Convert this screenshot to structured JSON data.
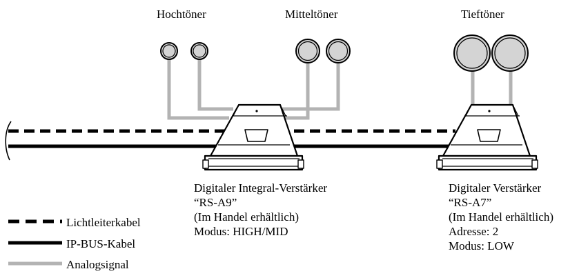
{
  "speakers": {
    "tweeter": "Hochtöner",
    "midrange": "Mitteltöner",
    "woofer": "Tieftöner"
  },
  "amp1": {
    "name": "Digitaler Integral-Verstärker",
    "model": "“RS-A9”",
    "note": "(Im Handel erhältlich)",
    "mode": "Modus: HIGH/MID"
  },
  "amp2": {
    "name": "Digitaler Verstärker",
    "model": "“RS-A7”",
    "note": "(Im Handel erhältlich)",
    "address": "Adresse: 2",
    "mode": "Modus: LOW"
  },
  "legend": {
    "fiber": "Lichtleiterkabel",
    "ipbus": "IP-BUS-Kabel",
    "analog": "Analogsignal"
  },
  "colors": {
    "analog": "#b3b3b3",
    "cable": "#000000",
    "speaker_fill": "#d4d4d4"
  }
}
